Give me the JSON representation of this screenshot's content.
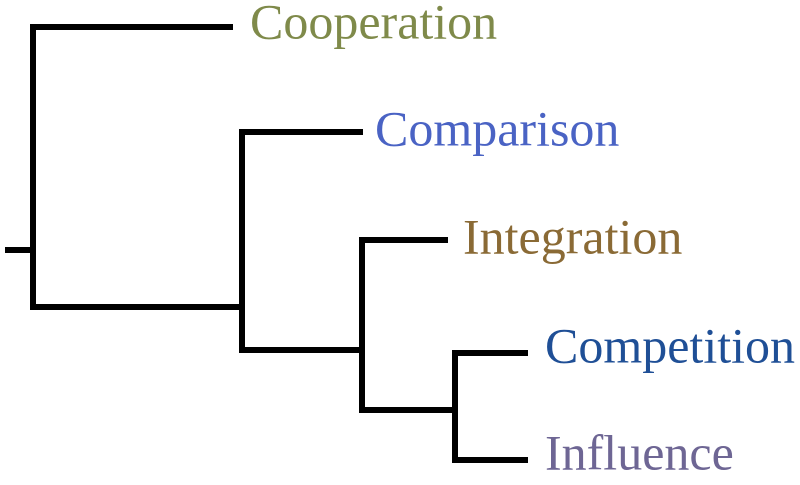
{
  "dendrogram": {
    "leaves": [
      {
        "label": "Cooperation",
        "color": "#7f8a4a"
      },
      {
        "label": "Comparison",
        "color": "#4a63c4"
      },
      {
        "label": "Integration",
        "color": "#8a6a35"
      },
      {
        "label": "Competition",
        "color": "#1f4f96"
      },
      {
        "label": "Influence",
        "color": "#6e6694"
      }
    ],
    "branch_color": "#000000"
  }
}
